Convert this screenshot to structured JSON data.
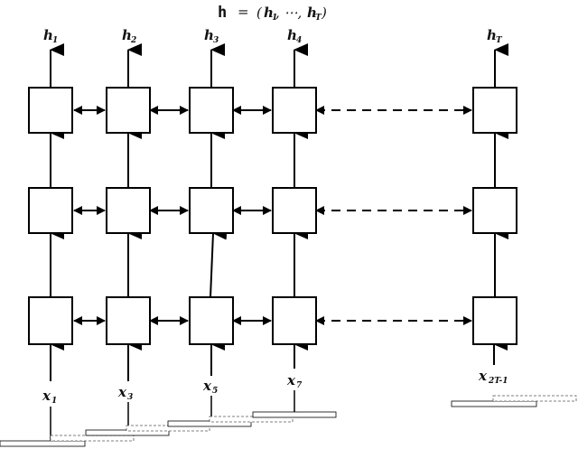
{
  "title": {
    "symbol": "h",
    "equals": "=",
    "open": "(",
    "first": "h",
    "first_sub": "1",
    "ellipsis": ", ⋯, ",
    "last": "h",
    "last_sub": "T",
    "close": ")"
  },
  "outputs": [
    {
      "base": "h",
      "sub": "1"
    },
    {
      "base": "h",
      "sub": "2"
    },
    {
      "base": "h",
      "sub": "3"
    },
    {
      "base": "h",
      "sub": "4"
    },
    {
      "base": "h",
      "sub": "T"
    }
  ],
  "inputs": [
    {
      "base": "x",
      "sub": "1"
    },
    {
      "base": "x",
      "sub": "3"
    },
    {
      "base": "x",
      "sub": "5"
    },
    {
      "base": "x",
      "sub": "7"
    },
    {
      "base": "x",
      "sub": "2T-1"
    }
  ],
  "layers": 3,
  "columns": 5
}
